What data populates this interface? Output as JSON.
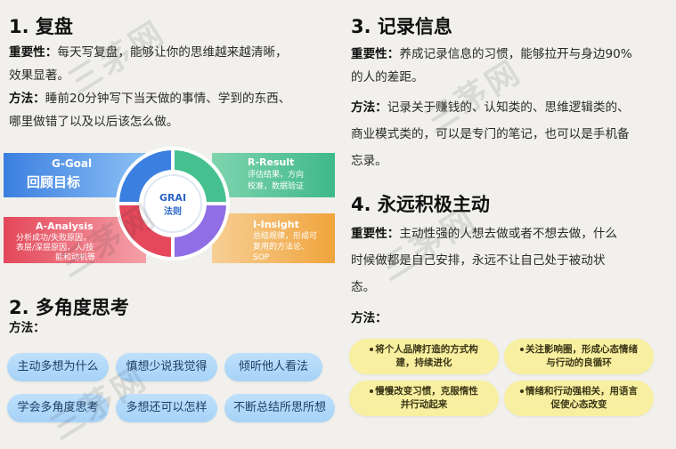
{
  "sections": {
    "s1": {
      "title": "1. 复盘",
      "importance_label": "重要性：",
      "importance_line1": "每天写复盘，能够让你的思维越来越清晰，",
      "importance_line2": "效果显著。",
      "method_label": "方法：",
      "method_line1": "睡前20分钟写下当天做的事情、学到的东西、",
      "method_line2": "哪里做错了以及以后该怎么做。"
    },
    "s2": {
      "title": "2. 多角度思考",
      "method_label": "方法：",
      "pills": [
        "主动多想为什么",
        "慎想少说我觉得",
        "倾听他人看法",
        "学会多角度思考",
        "多想还可以怎样",
        "不断总结所思所想"
      ]
    },
    "s3": {
      "title": "3. 记录信息",
      "importance_label": "重要性：",
      "importance_line1": "养成记录信息的习惯，能够拉开与身边90%",
      "importance_line2": "的人的差距。",
      "method_label": "方法：",
      "method_line1": "记录关于赚钱的、认知类的、思维逻辑类的、",
      "method_line2": "商业模式类的，可以是专门的笔记，也可以是手机备",
      "method_line3": "忘录。"
    },
    "s4": {
      "title": "4. 永远积极主动",
      "importance_label": "重要性：",
      "importance_line1": "主动性强的人想去做或者不想去做，什么",
      "importance_line2": "时候做都是自己安排，永远不让自己处于被动状",
      "importance_line3": "态。",
      "method_label": "方法：",
      "boxes": [
        {
          "l1": "将个人品牌打造的方式构",
          "l2": "建，持续进化"
        },
        {
          "l1": "关注影响圈，形成心态情绪",
          "l2": "与行动的良循环"
        },
        {
          "l1": "慢慢改变习惯，克服惰性",
          "l2": "并行动起来"
        },
        {
          "l1": "情绪和行动强相关，用语言",
          "l2": "促使心态改变"
        }
      ]
    }
  },
  "grai": {
    "center_l1": "GRAI",
    "center_l2": "法则",
    "g_title": "G-Goal",
    "g_sub": "回顾目标",
    "r_title": "R-Result",
    "r_sub1": "评估结果，方向",
    "r_sub2": "校准，数据验证",
    "a_title": "A-Analysis",
    "a_sub1": "分析成功/失败原因，",
    "a_sub2": "表层/深层原因，人/技",
    "a_sub3": "能和动机等",
    "i_title": "I-Insight",
    "i_sub1": "总结规律，形成可",
    "i_sub2": "复用的方法论、",
    "i_sub3": "SOP",
    "colors": {
      "goal": "#3b7fe0",
      "result": "#3fb988",
      "analysis": "#e4485a",
      "insight": "#f0a43c"
    }
  },
  "watermark": "三茅网"
}
